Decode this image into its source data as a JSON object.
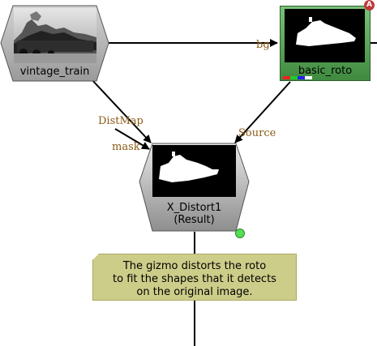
{
  "nodes": {
    "vintage_train": {
      "label": "vintage_train"
    },
    "basic_roto": {
      "label": "basic_roto",
      "badge": "A"
    },
    "distort": {
      "label": "X_Distort1\n(Result)"
    }
  },
  "inputs": {
    "bg": "bg",
    "distmap": "DistMap",
    "mask": "mask",
    "source": "Source"
  },
  "sticky_note": {
    "text": "The gizmo distorts the roto\nto fit the shapes that it detects\non the original image."
  },
  "colors": {
    "node_gray": "#a9a9a9",
    "roto_green": "#4f9a4f",
    "input_label": "#8a5a14",
    "sticky_bg": "#cdcd8a",
    "badge_red": "#c0393b",
    "viewer_dot": "#55dd55"
  }
}
